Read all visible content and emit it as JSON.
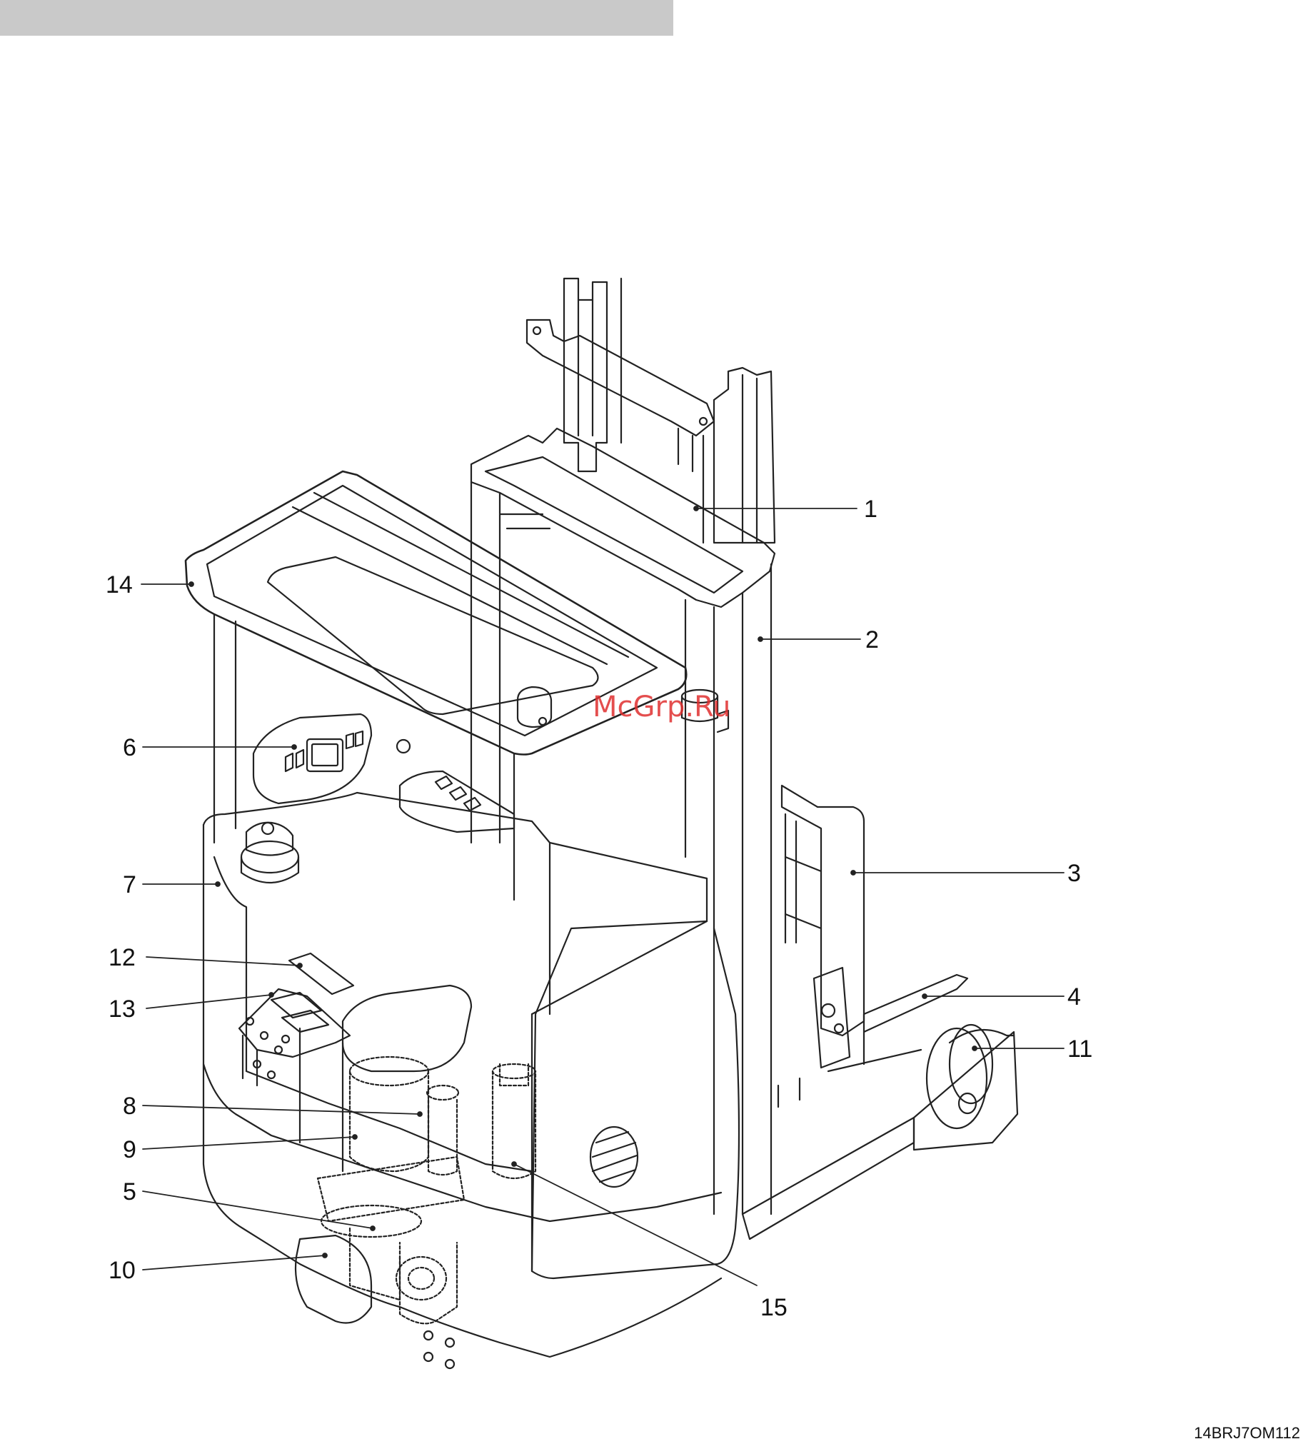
{
  "header": {
    "color": "#c9c9c9"
  },
  "watermark": {
    "text": "McGrp.Ru",
    "color": "#e03030"
  },
  "figure_code": "14BRJ7OM112",
  "callouts": [
    {
      "id": "1",
      "text": "1"
    },
    {
      "id": "2",
      "text": "2"
    },
    {
      "id": "3",
      "text": "3"
    },
    {
      "id": "4",
      "text": "4"
    },
    {
      "id": "5",
      "text": "5"
    },
    {
      "id": "6",
      "text": "6"
    },
    {
      "id": "7",
      "text": "7"
    },
    {
      "id": "8",
      "text": "8"
    },
    {
      "id": "9",
      "text": "9"
    },
    {
      "id": "10",
      "text": "10"
    },
    {
      "id": "11",
      "text": "11"
    },
    {
      "id": "12",
      "text": "12"
    },
    {
      "id": "13",
      "text": "13"
    },
    {
      "id": "14",
      "text": "14"
    },
    {
      "id": "15",
      "text": "15"
    }
  ]
}
